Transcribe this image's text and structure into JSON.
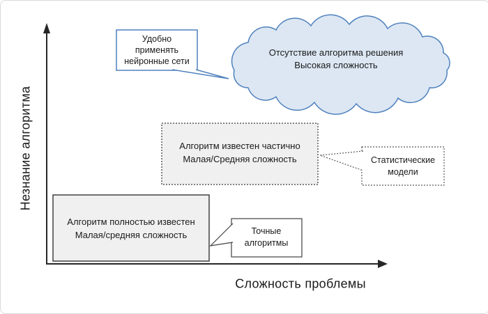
{
  "figure": {
    "y_axis_label": "Незнание алгоритма",
    "x_axis_label": "Сложность проблемы",
    "cloud": {
      "lines": [
        "Отсутствие алгоритма решения",
        "Высокая сложность"
      ]
    },
    "neural_callout": {
      "lines": [
        "Удобно",
        "применять",
        "нейронные сети"
      ]
    },
    "partial_box": {
      "lines": [
        "Алгоритм известен частично",
        "Малая/Средняя сложность"
      ]
    },
    "stat_callout": {
      "lines": [
        "Статистические",
        "модели"
      ]
    },
    "known_box": {
      "lines": [
        "Алгоритм полностью известен",
        "Малая/средняя сложность"
      ]
    },
    "exact_callout": {
      "lines": [
        "Точные",
        "алгоритмы"
      ]
    },
    "colors": {
      "cloud_fill": "#dce7f3",
      "cloud_stroke": "#4f81bd",
      "callout_stroke": "#4f81bd",
      "gray_box_fill": "#f0f0f0",
      "solid_box_stroke": "#404040",
      "dotted_stroke": "#595959",
      "axis_color": "#262626"
    }
  }
}
